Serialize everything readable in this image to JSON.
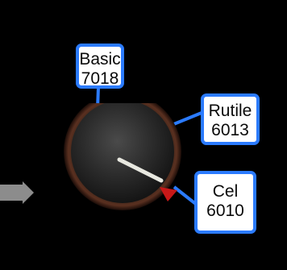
{
  "knob": {
    "name": "selector-knob",
    "selected": "Cel",
    "pointer_color": "#e8e8e0",
    "indicator_color": "#c81818"
  },
  "positions": [
    {
      "label": "Basic",
      "value": "7018"
    },
    {
      "label": "Rutile",
      "value": "6013"
    },
    {
      "label": "Cel",
      "value": "6010"
    }
  ],
  "colors": {
    "background": "#000000",
    "callout_border": "#2b7bff",
    "callout_fill": "#ffffff",
    "arrow": "#8c8c8c"
  }
}
